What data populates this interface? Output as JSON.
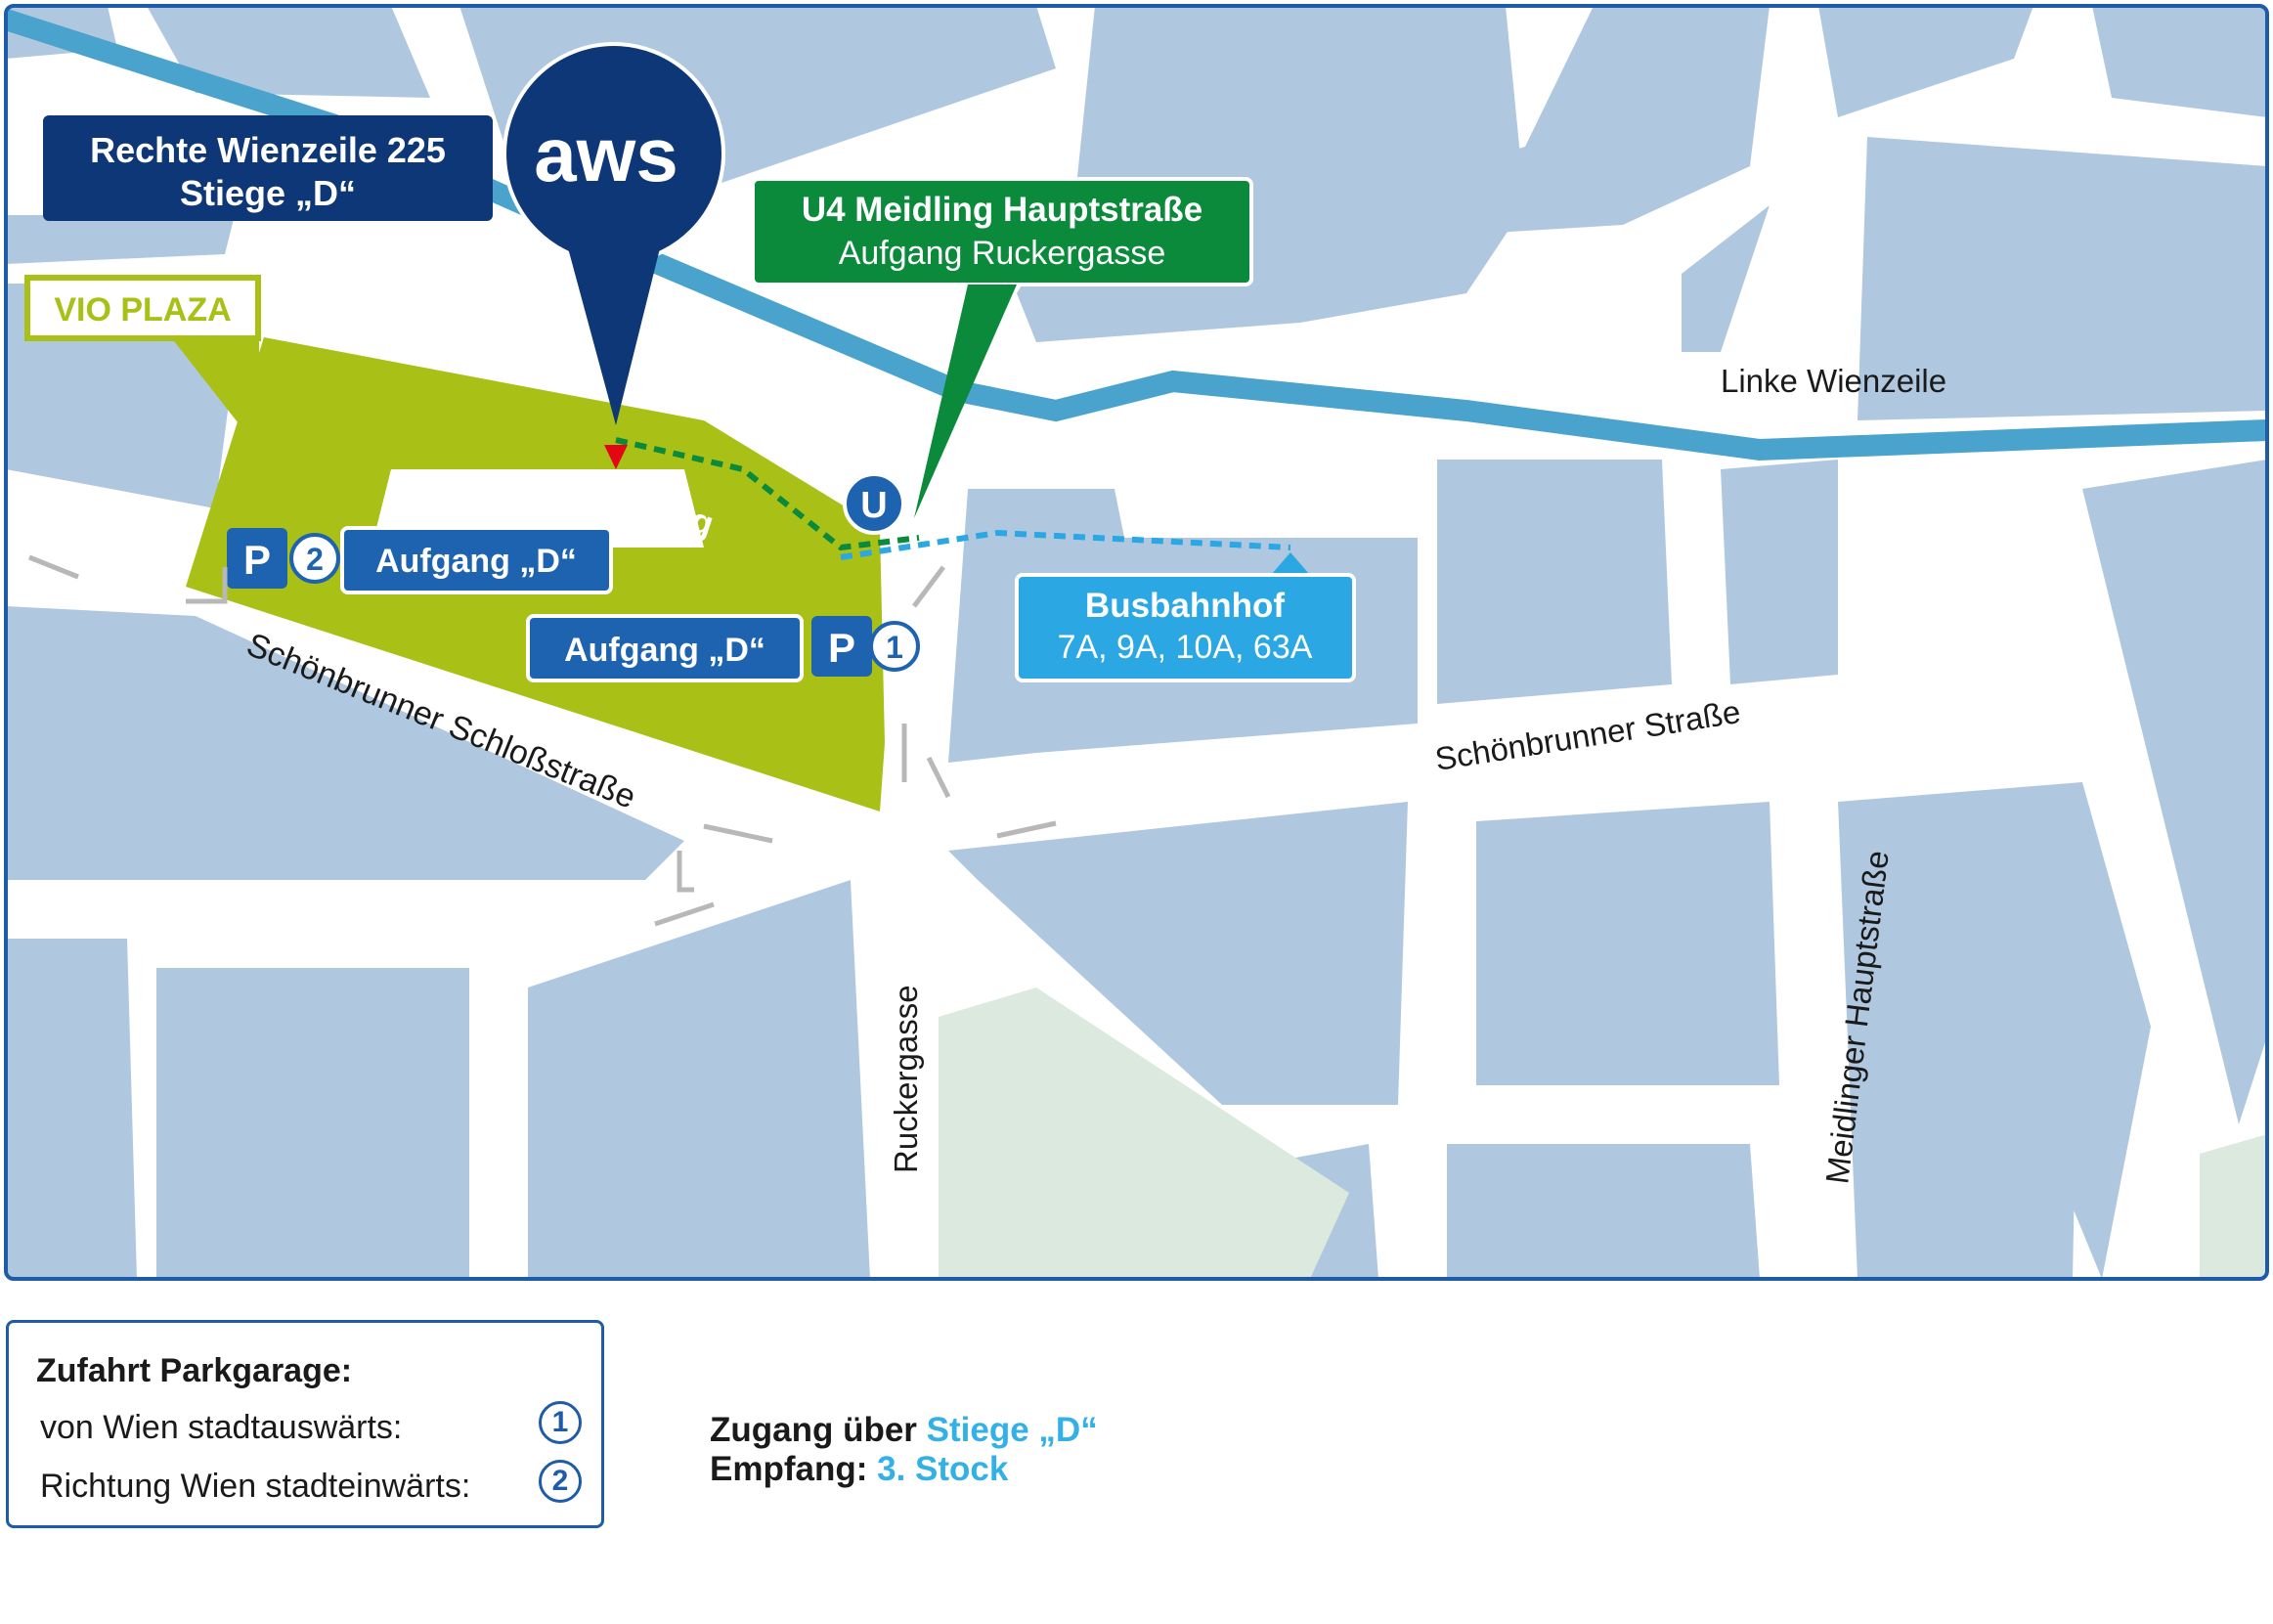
{
  "map": {
    "labels": {
      "aws_logo": "aws",
      "address_line1": "Rechte Wienzeile 225",
      "address_line2": "Stiege „D“",
      "vio_plaza": "VIO PLAZA",
      "eingang": "Eingang",
      "u_symbol": "U",
      "u4_title": "U4 Meidling Hauptstraße",
      "u4_subtitle": "Aufgang Ruckergasse",
      "aufgang_d_upper": "Aufgang „D“",
      "aufgang_d_lower": "Aufgang „D“",
      "parking_symbol": "P",
      "parking_1": "1",
      "parking_2": "2",
      "bus_title": "Busbahnhof",
      "bus_lines": "7A, 9A, 10A, 63A"
    },
    "streets": {
      "linke_wienzeile": "Linke Wienzeile",
      "schoenbrunner_schlossstrasse": "Schönbrunner Schloßstraße",
      "schoenbrunner_strasse": "Schönbrunner Straße",
      "ruckergasse": "Ruckergasse",
      "meidlinger_hauptstrasse": "Meidlinger Hauptstraße"
    },
    "colors": {
      "road": "#ffffff",
      "block": "#b0c8df",
      "water": "#4aa3cc",
      "park": "#dce9de",
      "vio_plaza": "#a9c017",
      "navy": "#0e3778",
      "green": "#0a8a3a",
      "bus_blue": "#2ba7e3",
      "parking_blue": "#1e63b0",
      "border": "#1e5ba8"
    }
  },
  "legend": {
    "title": "Zufahrt Parkgarage:",
    "row1_text": "von Wien stadtauswärts:",
    "row1_num": "1",
    "row2_text": "Richtung Wien stadteinwärts:",
    "row2_num": "2"
  },
  "info": {
    "line1_label": "Zugang über",
    "line1_value": "Stiege „D“",
    "line2_label": "Empfang:",
    "line2_value": "3. Stock"
  }
}
